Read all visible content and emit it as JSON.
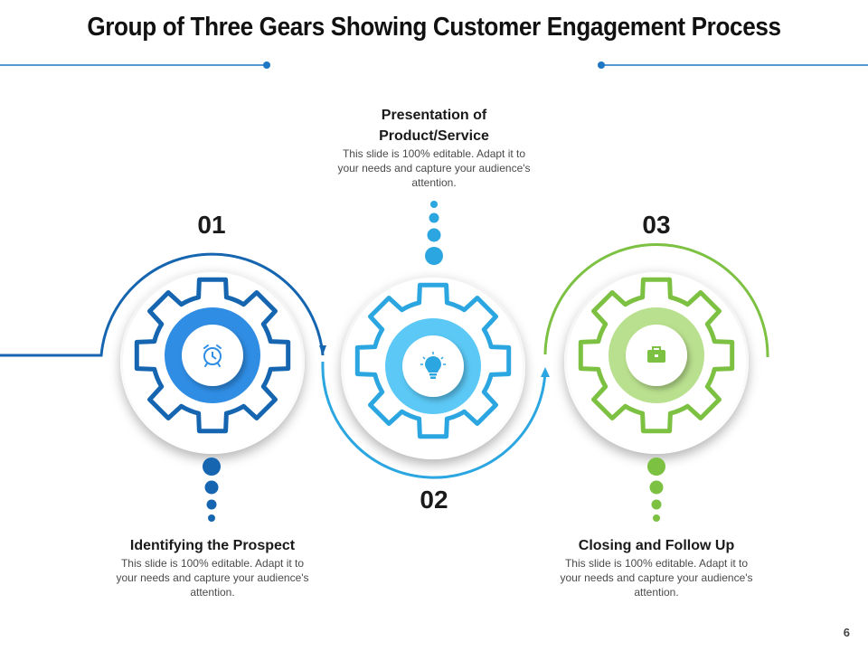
{
  "title": "Group of Three Gears Showing Customer Engagement Process",
  "page_number": "6",
  "colors": {
    "blue_dark": "#1565b0",
    "blue_mid": "#2f8de4",
    "cyan": "#2ba6e0",
    "cyan_light": "#5bc8f5",
    "green": "#7cc142",
    "green_light": "#b9e08e"
  },
  "steps": [
    {
      "number": "01",
      "heading": "Identifying the Prospect",
      "body": "This slide is 100% editable. Adapt it to your needs and capture your audience's attention.",
      "icon": "alarm-clock-icon"
    },
    {
      "number": "02",
      "heading": "Presentation of Product/Service",
      "body": "This slide is 100% editable. Adapt it to your needs and capture your audience's attention.",
      "icon": "lightbulb-icon"
    },
    {
      "number": "03",
      "heading": "Closing and Follow Up",
      "body": "This slide is 100% editable. Adapt it to your needs and capture your audience's attention.",
      "icon": "briefcase-icon"
    }
  ]
}
